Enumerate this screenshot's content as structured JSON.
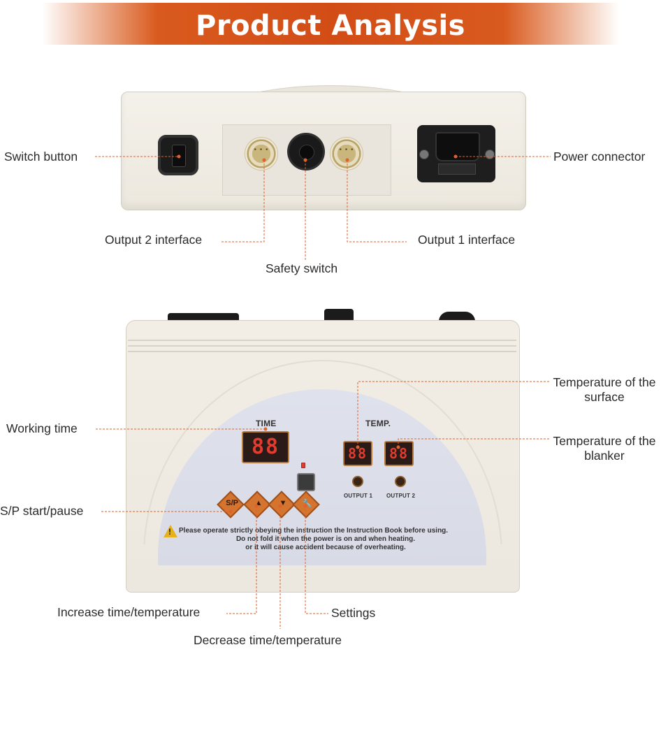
{
  "header": {
    "title": "Product Analysis"
  },
  "callouts": {
    "switch_button": "Switch button",
    "power_connector": "Power connector",
    "output2_interface": "Output 2 interface",
    "output1_interface": "Output 1 interface",
    "safety_switch": "Safety switch",
    "working_time": "Working time",
    "temp_surface": "Temperature of the surface",
    "temp_blanker": "Temperature of the blanker",
    "sp_start_pause": "S/P start/pause",
    "increase": "Increase time/temperature",
    "settings": "Settings",
    "decrease": "Decrease time/temperature"
  },
  "panel": {
    "time_label": "TIME",
    "temp_label": "TEMP.",
    "time_display": "88",
    "temp1_display": "88",
    "temp2_display": "88",
    "output1_label": "OUTPUT 1",
    "output2_label": "OUTPUT 2",
    "btn_sp": "S/P",
    "btn_up": "▲",
    "btn_down": "▼",
    "btn_settings": "🔧",
    "warning": {
      "line1": "Please operate strictly obeying the instruction the Instruction Book before using.",
      "line2": "Do not fold it when the power is on and when heating.",
      "line3": "or it will cause accident because of overheating."
    }
  },
  "colors": {
    "accent": "#d24d16",
    "leader": "#e0622a",
    "display": "#e23b2f"
  }
}
